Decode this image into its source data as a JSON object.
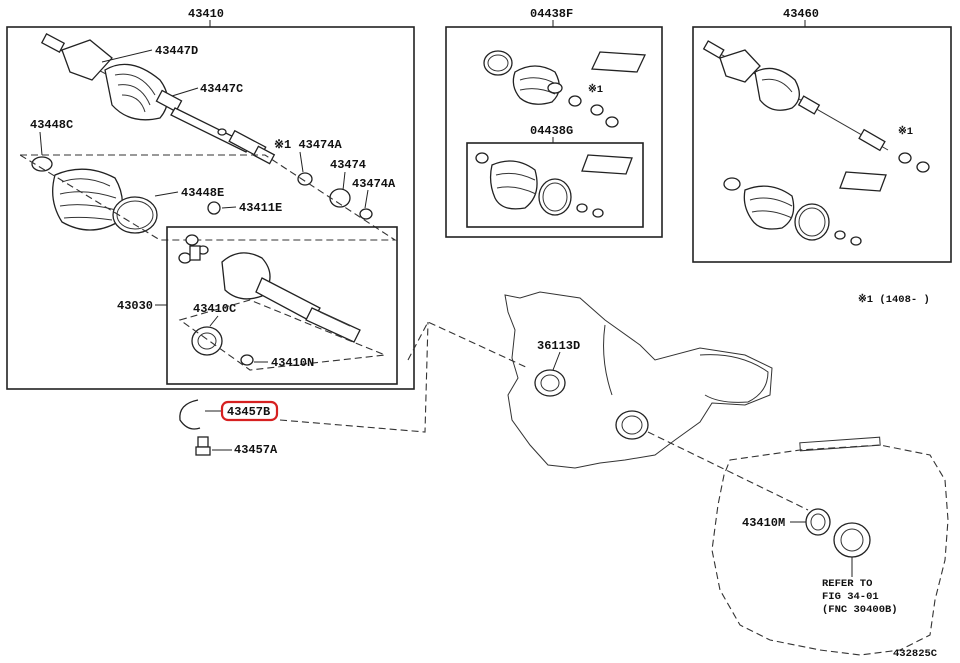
{
  "labels": {
    "box_left_title": "43410",
    "box_mid_title": "04438F",
    "box_right_title": "43460",
    "p43447D": "43447D",
    "p43447C": "43447C",
    "p43448C": "43448C",
    "p43474A_a": "※1 43474A",
    "p43474": "43474",
    "p43474A_b": "43474A",
    "p43448E": "43448E",
    "p43411E": "43411E",
    "p43030": "43030",
    "p43410C": "43410C",
    "p43410N": "43410N",
    "p43457B": "43457B",
    "p43457A": "43457A",
    "p04438G": "04438G",
    "note_mid": "※1",
    "note_right": "※1",
    "footnote": "※1 (1408-    )",
    "p36113D": "36113D",
    "p43410M": "43410M",
    "refer_line1": "REFER TO",
    "refer_line2": "FIG 34-01",
    "refer_line3": "(FNC 30400B)",
    "fig_code": "432825C"
  },
  "highlight_color": "#d62020"
}
